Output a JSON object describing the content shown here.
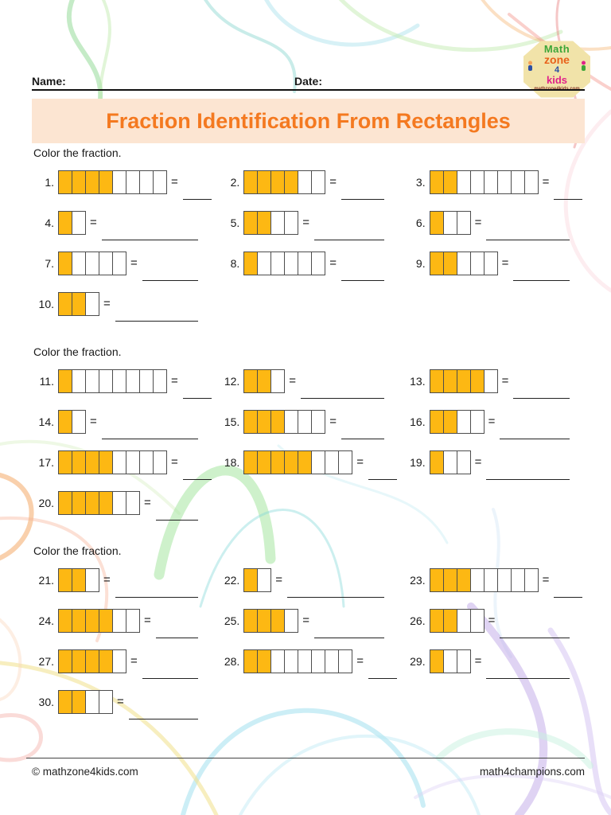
{
  "page": {
    "name_label": "Name:",
    "date_label": "Date:",
    "title": "Fraction Identification From Rectangles",
    "equals": "=",
    "footer_left": "© mathzone4kids.com",
    "footer_right": "math4champions.com"
  },
  "logo": {
    "line1": "Math",
    "line2": "zone",
    "line3": "4",
    "line4": "kids",
    "url": "mathzone4kids.com"
  },
  "colors": {
    "shaded_cell": "#FDB813",
    "cell_border": "#4D4D4D",
    "title_text": "#F47920",
    "title_banner_bg": "#FCE5D2"
  },
  "sections": [
    {
      "instruction": "Color the fraction.",
      "problems": [
        {
          "number": "1.",
          "shaded": 4,
          "total": 8
        },
        {
          "number": "2.",
          "shaded": 4,
          "total": 6
        },
        {
          "number": "3.",
          "shaded": 2,
          "total": 8
        },
        {
          "number": "4.",
          "shaded": 1,
          "total": 2
        },
        {
          "number": "5.",
          "shaded": 2,
          "total": 4
        },
        {
          "number": "6.",
          "shaded": 1,
          "total": 3
        },
        {
          "number": "7.",
          "shaded": 1,
          "total": 5
        },
        {
          "number": "8.",
          "shaded": 1,
          "total": 6
        },
        {
          "number": "9.",
          "shaded": 2,
          "total": 5
        },
        {
          "number": "10.",
          "shaded": 2,
          "total": 3
        }
      ]
    },
    {
      "instruction": "Color the fraction.",
      "problems": [
        {
          "number": "11.",
          "shaded": 1,
          "total": 8
        },
        {
          "number": "12.",
          "shaded": 2,
          "total": 3
        },
        {
          "number": "13.",
          "shaded": 4,
          "total": 5
        },
        {
          "number": "14.",
          "shaded": 1,
          "total": 2
        },
        {
          "number": "15.",
          "shaded": 3,
          "total": 6
        },
        {
          "number": "16.",
          "shaded": 2,
          "total": 4
        },
        {
          "number": "17.",
          "shaded": 4,
          "total": 8
        },
        {
          "number": "18.",
          "shaded": 5,
          "total": 8
        },
        {
          "number": "19.",
          "shaded": 1,
          "total": 3
        },
        {
          "number": "20.",
          "shaded": 4,
          "total": 6
        }
      ]
    },
    {
      "instruction": "Color the fraction.",
      "problems": [
        {
          "number": "21.",
          "shaded": 2,
          "total": 3
        },
        {
          "number": "22.",
          "shaded": 1,
          "total": 2
        },
        {
          "number": "23.",
          "shaded": 3,
          "total": 8
        },
        {
          "number": "24.",
          "shaded": 4,
          "total": 6
        },
        {
          "number": "25.",
          "shaded": 3,
          "total": 4
        },
        {
          "number": "26.",
          "shaded": 2,
          "total": 4
        },
        {
          "number": "27.",
          "shaded": 4,
          "total": 5
        },
        {
          "number": "28.",
          "shaded": 2,
          "total": 8
        },
        {
          "number": "29.",
          "shaded": 1,
          "total": 3
        },
        {
          "number": "30.",
          "shaded": 2,
          "total": 4
        }
      ]
    }
  ]
}
